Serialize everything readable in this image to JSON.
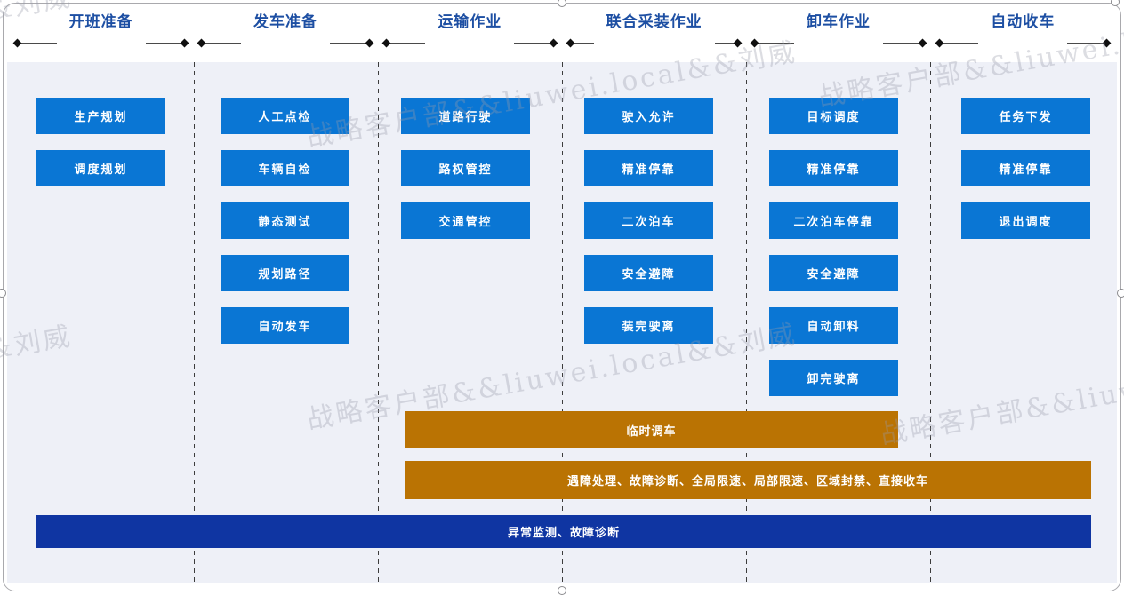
{
  "watermark": {
    "text": "战略客户部&&liuwei.local&&刘威"
  },
  "colors": {
    "step_box_blue": "#0a76d4",
    "bar_orange": "#ba7303",
    "bar_dark_blue": "#0f35a2",
    "header_text_blue": "#1d4fa3",
    "panel_background": "#eef0f7"
  },
  "phases": [
    {
      "title": "开班准备",
      "steps": [
        "生产规划",
        "调度规划"
      ]
    },
    {
      "title": "发车准备",
      "steps": [
        "人工点检",
        "车辆自检",
        "静态测试",
        "规划路径",
        "自动发车"
      ]
    },
    {
      "title": "运输作业",
      "steps": [
        "道路行驶",
        "路权管控",
        "交通管控"
      ]
    },
    {
      "title": "联合采装作业",
      "steps": [
        "驶入允许",
        "精准停靠",
        "二次泊车",
        "安全避障",
        "装完驶离"
      ]
    },
    {
      "title": "卸车作业",
      "steps": [
        "目标调度",
        "精准停靠",
        "二次泊车停靠",
        "安全避障",
        "自动卸料",
        "卸完驶离"
      ]
    },
    {
      "title": "自动收车",
      "steps": [
        "任务下发",
        "精准停靠",
        "退出调度"
      ]
    }
  ],
  "bars": {
    "temporary_dispatch": "临时调车",
    "exception_handling": "遇障处理、故障诊断、全局限速、局部限速、区域封禁、直接收车",
    "monitoring": "异常监测、故障诊断"
  }
}
